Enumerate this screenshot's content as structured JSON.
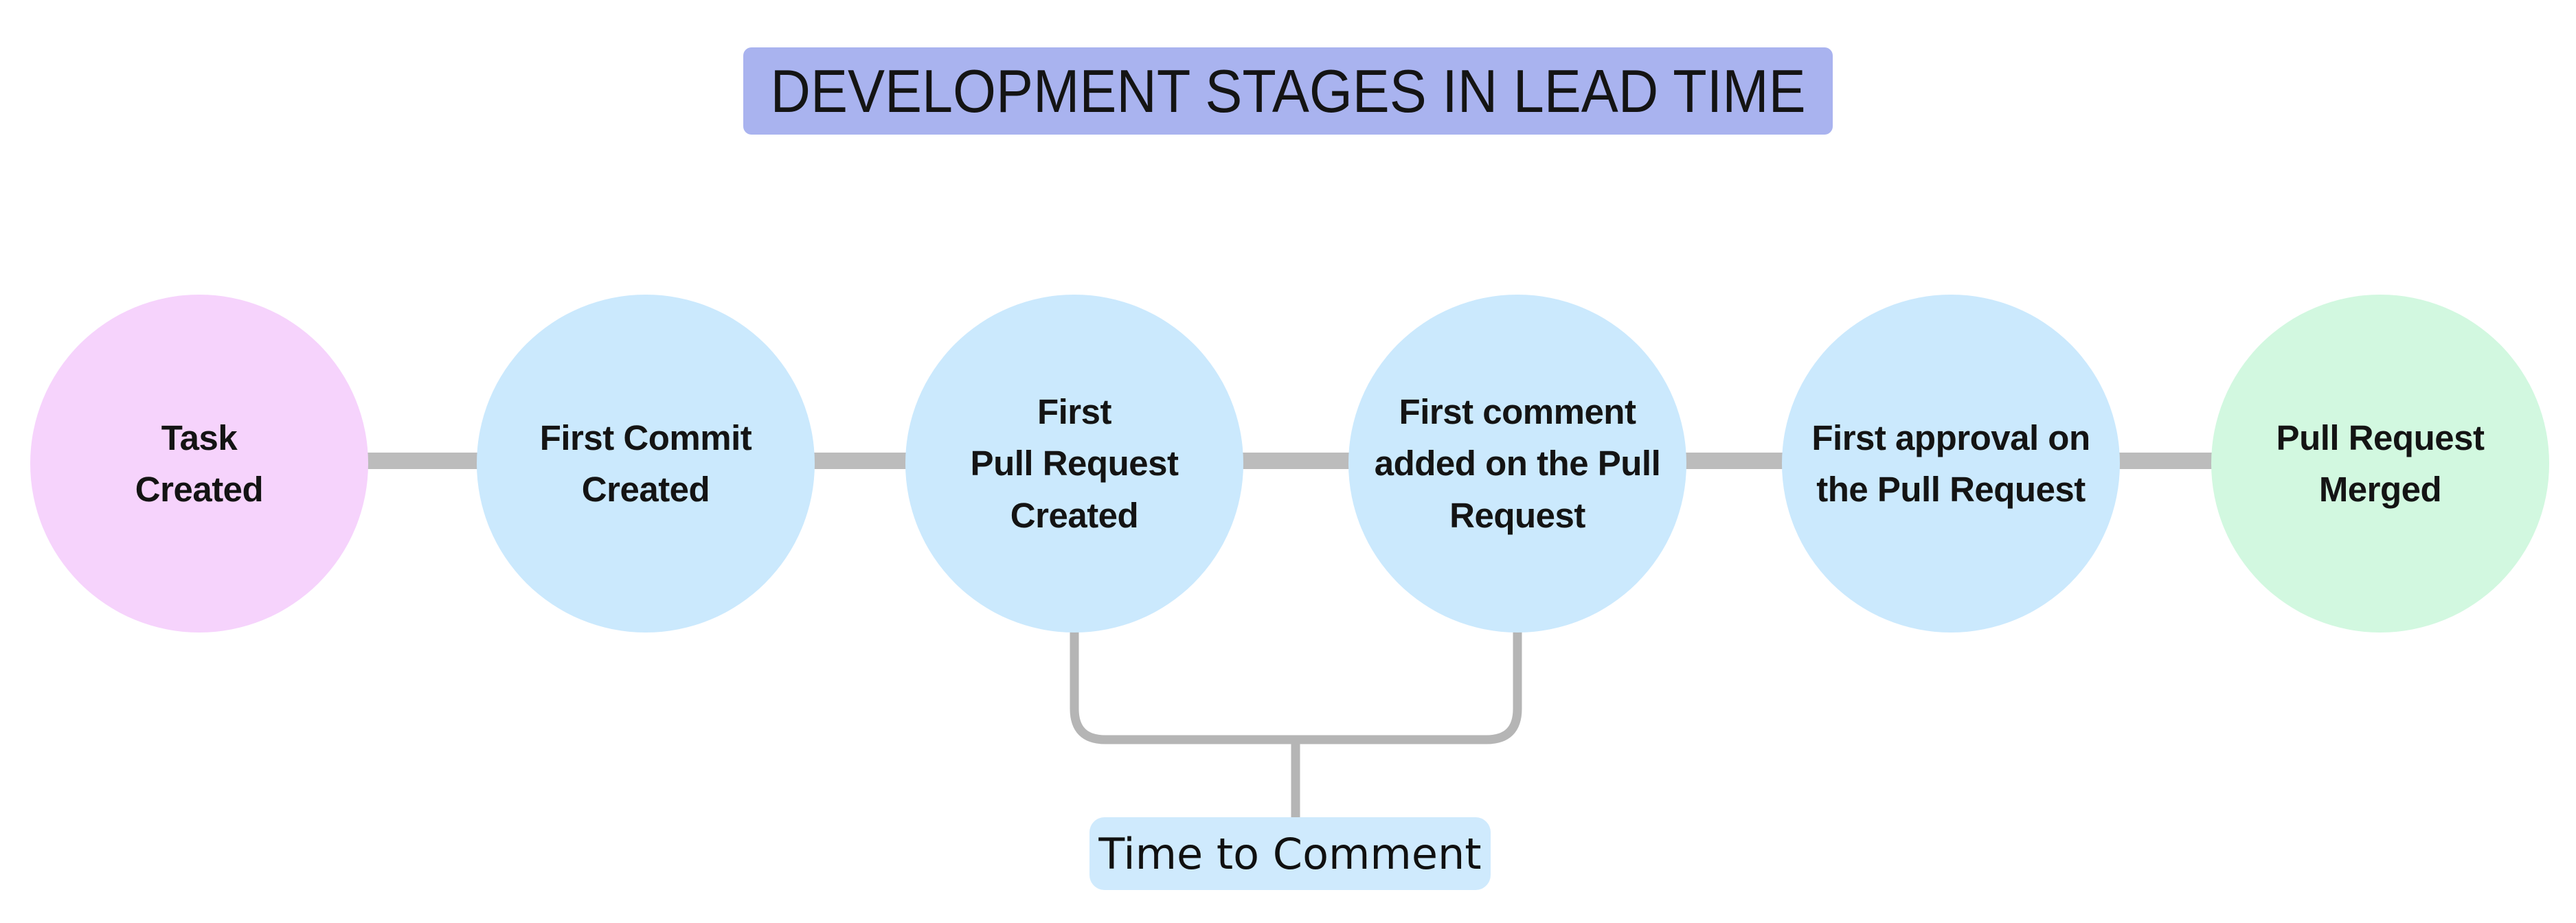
{
  "title": "DEVELOPMENT STAGES IN LEAD TIME",
  "stages": [
    {
      "name": "task-created",
      "lines": [
        "Task",
        "Created"
      ],
      "color": "#f6d3fc"
    },
    {
      "name": "first-commit-created",
      "lines": [
        "First Commit",
        "Created"
      ],
      "color": "#cbe9fd"
    },
    {
      "name": "first-pull-request-created",
      "lines": [
        "First",
        "Pull Request",
        "Created"
      ],
      "color": "#cbe9fd"
    },
    {
      "name": "first-comment-added",
      "lines": [
        "First comment",
        "added on the Pull",
        "Request"
      ],
      "color": "#cbe9fd"
    },
    {
      "name": "first-approval",
      "lines": [
        "First approval on",
        "the Pull Request"
      ],
      "color": "#cbe9fd"
    },
    {
      "name": "pull-request-merged",
      "lines": [
        "Pull Request",
        "Merged"
      ],
      "color": "#d2f8e0"
    }
  ],
  "annotation": {
    "label": "Time to Comment",
    "bg": "#cfeafd",
    "spans_stages": [
      "first-pull-request-created",
      "first-comment-added"
    ]
  },
  "colors": {
    "title_bg": "#a9b3ef",
    "connector": "#bcbcbc",
    "bracket": "#b5b5b5",
    "text": "#141414",
    "background": "#ffffff"
  }
}
